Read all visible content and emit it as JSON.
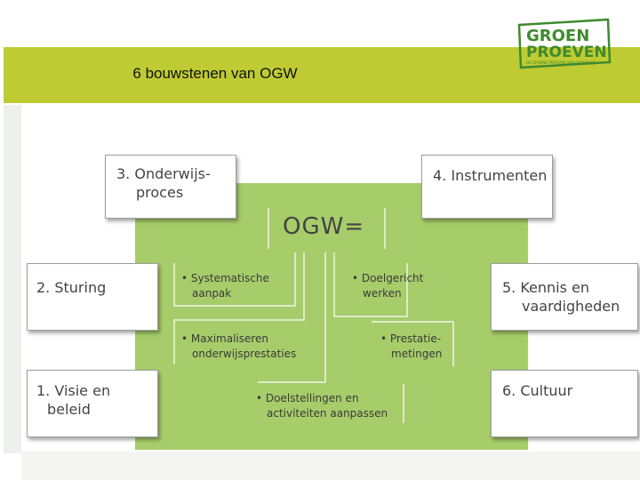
{
  "slide": {
    "title": "6 bouwstenen van OGW"
  },
  "logo": {
    "line1": "GROEN",
    "line2": "PROEVEN",
    "tagline": "DE GROENE PROEVEN VAN ONDERWIJS"
  },
  "diagram": {
    "center_title": "OGW=",
    "blocks": [
      {
        "id": "onderwijsproces",
        "line1": "3. Onderwijs-",
        "line2": "proces"
      },
      {
        "id": "instrumenten",
        "line1": "4. Instrumenten",
        "line2": ""
      },
      {
        "id": "sturing",
        "line1": "2. Sturing",
        "line2": ""
      },
      {
        "id": "kennis",
        "line1": "5. Kennis en",
        "line2": "vaardigheden"
      },
      {
        "id": "visie",
        "line1": "1. Visie en",
        "line2": "beleid"
      },
      {
        "id": "cultuur",
        "line1": "6. Cultuur",
        "line2": ""
      }
    ],
    "bullets": [
      {
        "id": "systematisch",
        "line1": "• Systematische",
        "line2": "aanpak"
      },
      {
        "id": "doelgericht",
        "line1": "• Doelgericht",
        "line2": "werken"
      },
      {
        "id": "maximaliseren",
        "line1": "• Maximaliseren",
        "line2": "onderwijsprestaties"
      },
      {
        "id": "prestatie",
        "line1": "• Prestatie-",
        "line2": "metingen"
      },
      {
        "id": "doelstellingen",
        "line1": "• Doelstellingen en",
        "line2": "activiteiten aanpassen"
      }
    ]
  }
}
